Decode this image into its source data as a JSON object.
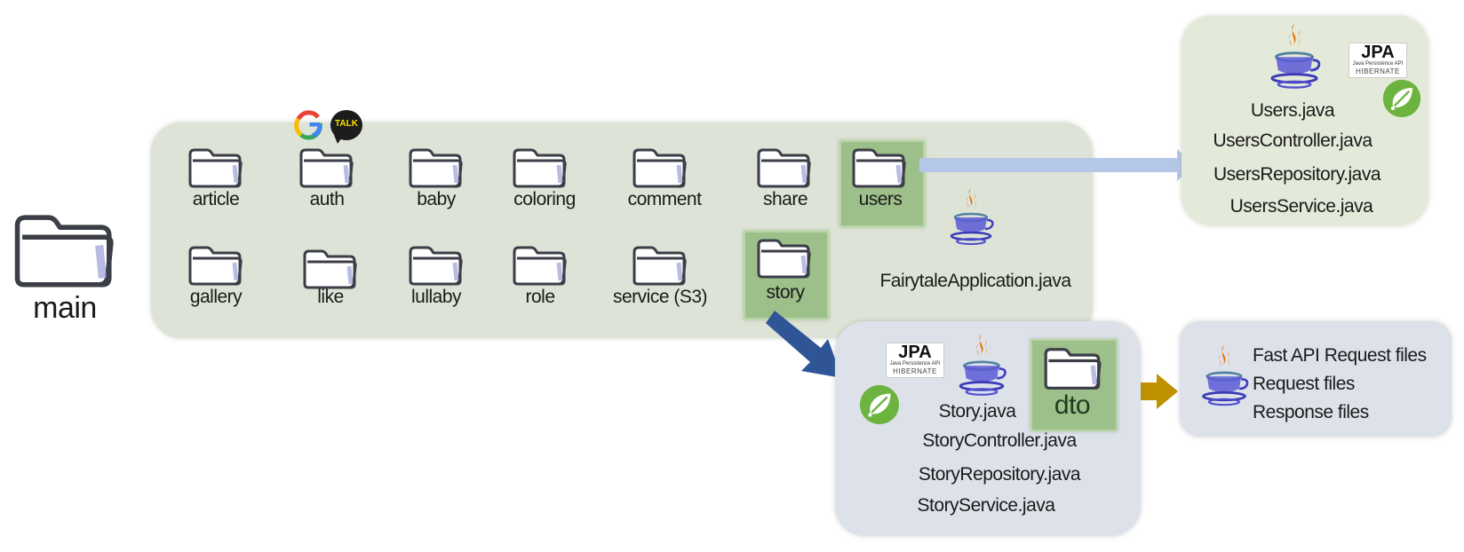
{
  "root": {
    "label": "main"
  },
  "main_folders": [
    {
      "label": "article"
    },
    {
      "label": "auth"
    },
    {
      "label": "baby"
    },
    {
      "label": "coloring"
    },
    {
      "label": "comment"
    },
    {
      "label": "share"
    },
    {
      "label": "users"
    },
    {
      "label": "gallery"
    },
    {
      "label": "like"
    },
    {
      "label": "lullaby"
    },
    {
      "label": "role"
    },
    {
      "label": "service (S3)"
    },
    {
      "label": "story"
    }
  ],
  "main_file": "FairytaleApplication.java",
  "auth_badges": {
    "kakao": "TALK"
  },
  "users_panel": {
    "files": [
      "Users.java",
      "UsersController.java",
      "UsersRepository.java",
      "UsersService.java"
    ],
    "jpa_logo": {
      "title": "JPA",
      "subtitle": "Java Persistence API",
      "hibernate": "HIBERNATE"
    }
  },
  "story_panel": {
    "files": [
      "Story.java",
      "StoryController.java",
      "StoryRepository.java",
      "StoryService.java"
    ],
    "dto_folder": "dto",
    "jpa_logo": {
      "title": "JPA",
      "subtitle": "Java Persistence API",
      "hibernate": "HIBERNATE"
    }
  },
  "dto_panel": {
    "files": [
      "Fast API Request files",
      "Request files",
      "Response files"
    ]
  },
  "colors": {
    "green_panel": "#dde3d6",
    "blue_panel": "#dde2ea",
    "highlight": "#9dbf8a",
    "users_arrow": "#b4c7e7",
    "story_arrow": "#2f5597",
    "dto_arrow": "#bf9000"
  },
  "icons": [
    "folder-icon",
    "java-icon",
    "spring-icon",
    "jpa-hibernate-logo",
    "google-icon",
    "kakaotalk-icon"
  ]
}
